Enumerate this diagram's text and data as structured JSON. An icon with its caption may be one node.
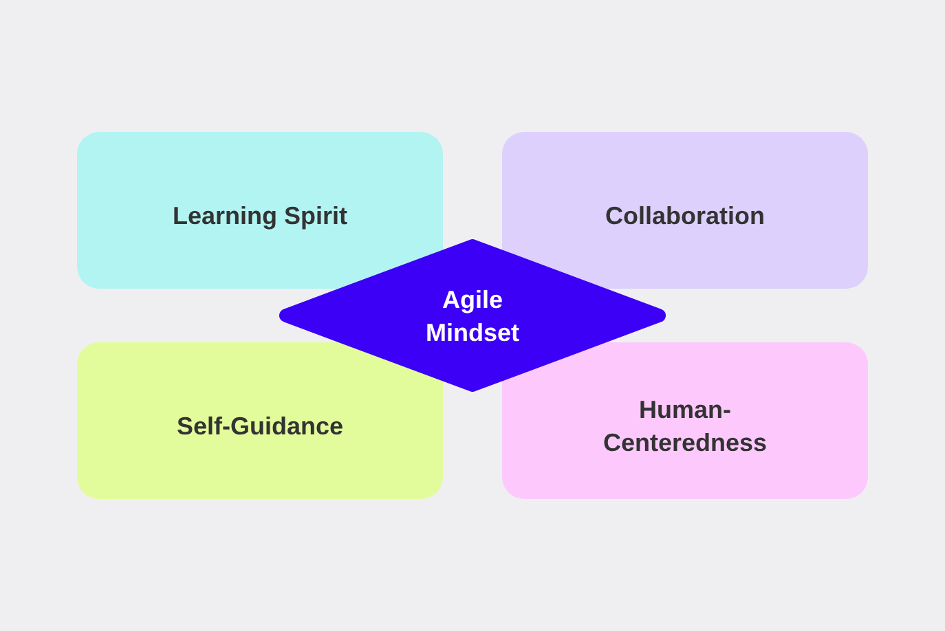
{
  "diagram": {
    "nodes": [
      {
        "text": [
          "Learning Spirit"
        ]
      },
      {
        "text": [
          "Collaboration"
        ]
      },
      {
        "text": [
          "Self-Guidance"
        ]
      },
      {
        "text": [
          "Human-Centeredness"
        ]
      },
      {
        "text": [
          "Agile Mindset"
        ]
      }
    ]
  }
}
